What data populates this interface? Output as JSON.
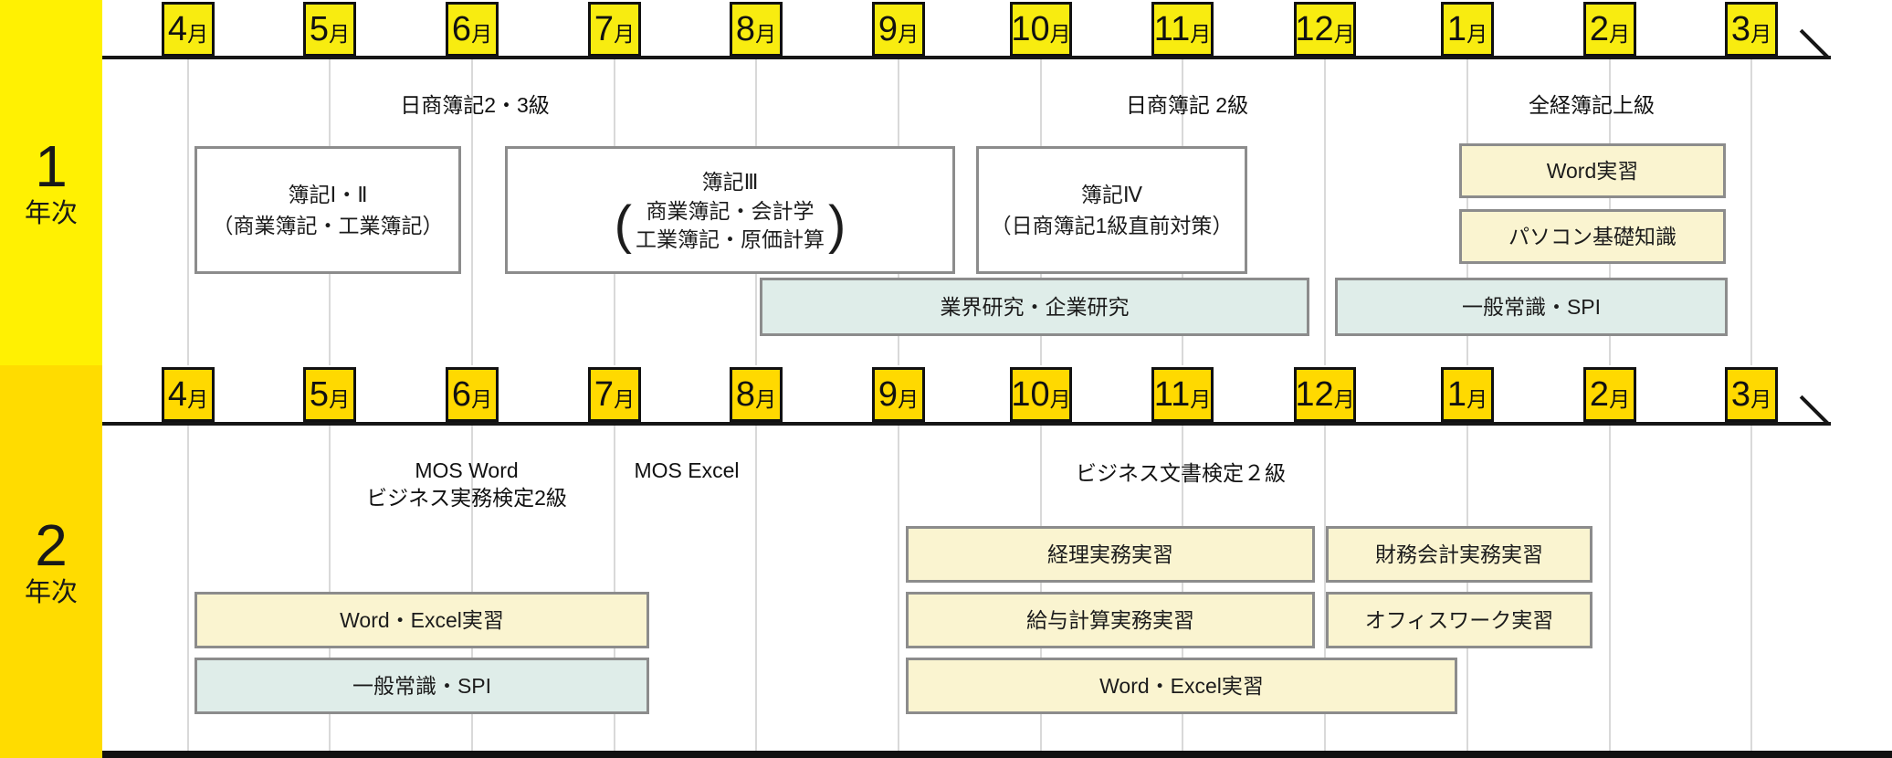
{
  "palette": {
    "year1_yellow": "#fff102",
    "year2_gold": "#ffdc00",
    "month_year1_fill": "#f8ec10",
    "month_year2_fill": "#ffd900",
    "course_cream": "#faf4d0",
    "course_teal": "#dfede9",
    "box_border": "#8c8c8c",
    "timeline_black": "#161616",
    "gridline_gray": "#d9d9d9"
  },
  "sidebar": {
    "year1": {
      "number": "1",
      "label": "年次"
    },
    "year2": {
      "number": "2",
      "label": "年次"
    }
  },
  "months": {
    "labels": [
      "4",
      "5",
      "6",
      "7",
      "8",
      "9",
      "10",
      "11",
      "12",
      "1",
      "2",
      "3"
    ],
    "suffix": "月"
  },
  "year1": {
    "heading_nissho23": "日商簿記2・3級",
    "heading_nissho2": "日商簿記 2級",
    "heading_zenkei": "全経簿記上級",
    "boki12_line1": "簿記Ⅰ・Ⅱ",
    "boki12_line2": "（商業簿記・工業簿記）",
    "boki3_line1": "簿記Ⅲ",
    "boki3_paren1": "商業簿記・会計学",
    "boki3_paren2": "工業簿記・原価計算",
    "boki4_line1": "簿記Ⅳ",
    "boki4_line2": "（日商簿記1級直前対策）",
    "word_jisshu": "Word実習",
    "pc_kiso": "パソコン基礎知識",
    "gyokai_kenkyu": "業界研究・企業研究",
    "ippan_spi": "一般常識・SPI"
  },
  "year2": {
    "heading_mos_word_1": "MOS Word",
    "heading_mos_word_2": "ビジネス実務検定2級",
    "heading_mos_excel": "MOS Excel",
    "heading_bunsho": "ビジネス文書検定２級",
    "keiri_jisshu": "経理実務実習",
    "zaimu_jisshu": "財務会計実務実習",
    "kyuyo_jisshu": "給与計算実務実習",
    "office_jisshu": "オフィスワーク実習",
    "wordexcel_wide": "Word・Excel実習",
    "wordexcel_left": "Word・Excel実習",
    "ippan_spi": "一般常識・SPI"
  }
}
